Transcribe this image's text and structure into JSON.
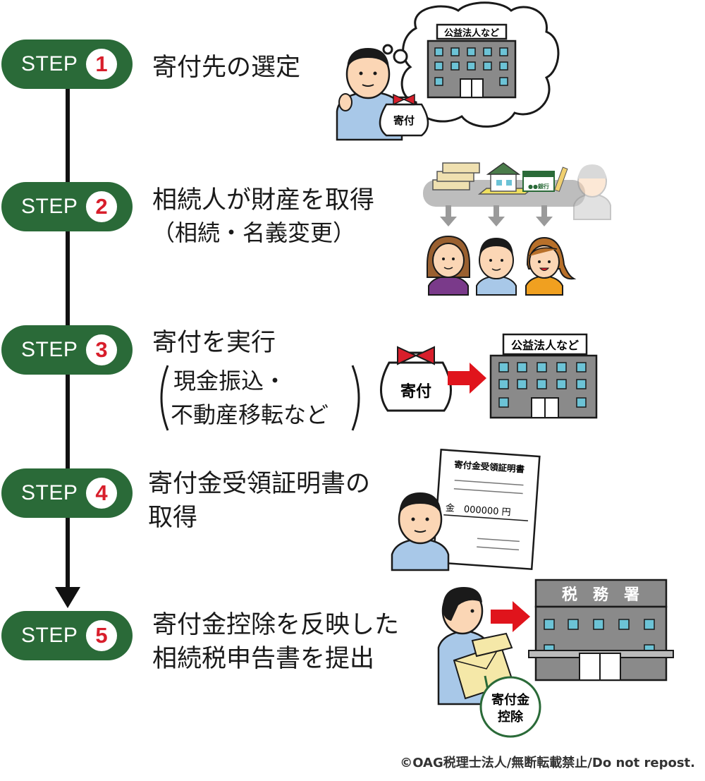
{
  "steps": [
    {
      "label": "STEP",
      "num": "1",
      "line1": "寄付先の選定",
      "line2": ""
    },
    {
      "label": "STEP",
      "num": "2",
      "line1": "相続人が財産を取得",
      "line2": "（相続・名義変更）"
    },
    {
      "label": "STEP",
      "num": "3",
      "line1": "寄付を実行",
      "line2": "現金振込・",
      "line3": "不動産移転など"
    },
    {
      "label": "STEP",
      "num": "4",
      "line1": "寄付金受領証明書の",
      "line2": "取得"
    },
    {
      "label": "STEP",
      "num": "5",
      "line1": "寄付金控除を反映した",
      "line2": "相続税申告書を提出"
    }
  ],
  "illustrations": {
    "corp_sign": "公益法人など",
    "bag_label": "寄付",
    "bank_label": "●●銀行",
    "certificate_title": "寄付金受領証明書",
    "certificate_amount": "金　000000 円",
    "tax_office_sign": "税　務　署",
    "deduction_line1": "寄付金",
    "deduction_line2": "控除"
  },
  "footer": "©OAG税理士法人/無断転載禁止/Do not repost.",
  "colors": {
    "pill": "#2a6a38",
    "number": "#d81e2b",
    "arrow": "#e0141c",
    "building": "#8a8a8a",
    "window": "#6cc3d6"
  }
}
